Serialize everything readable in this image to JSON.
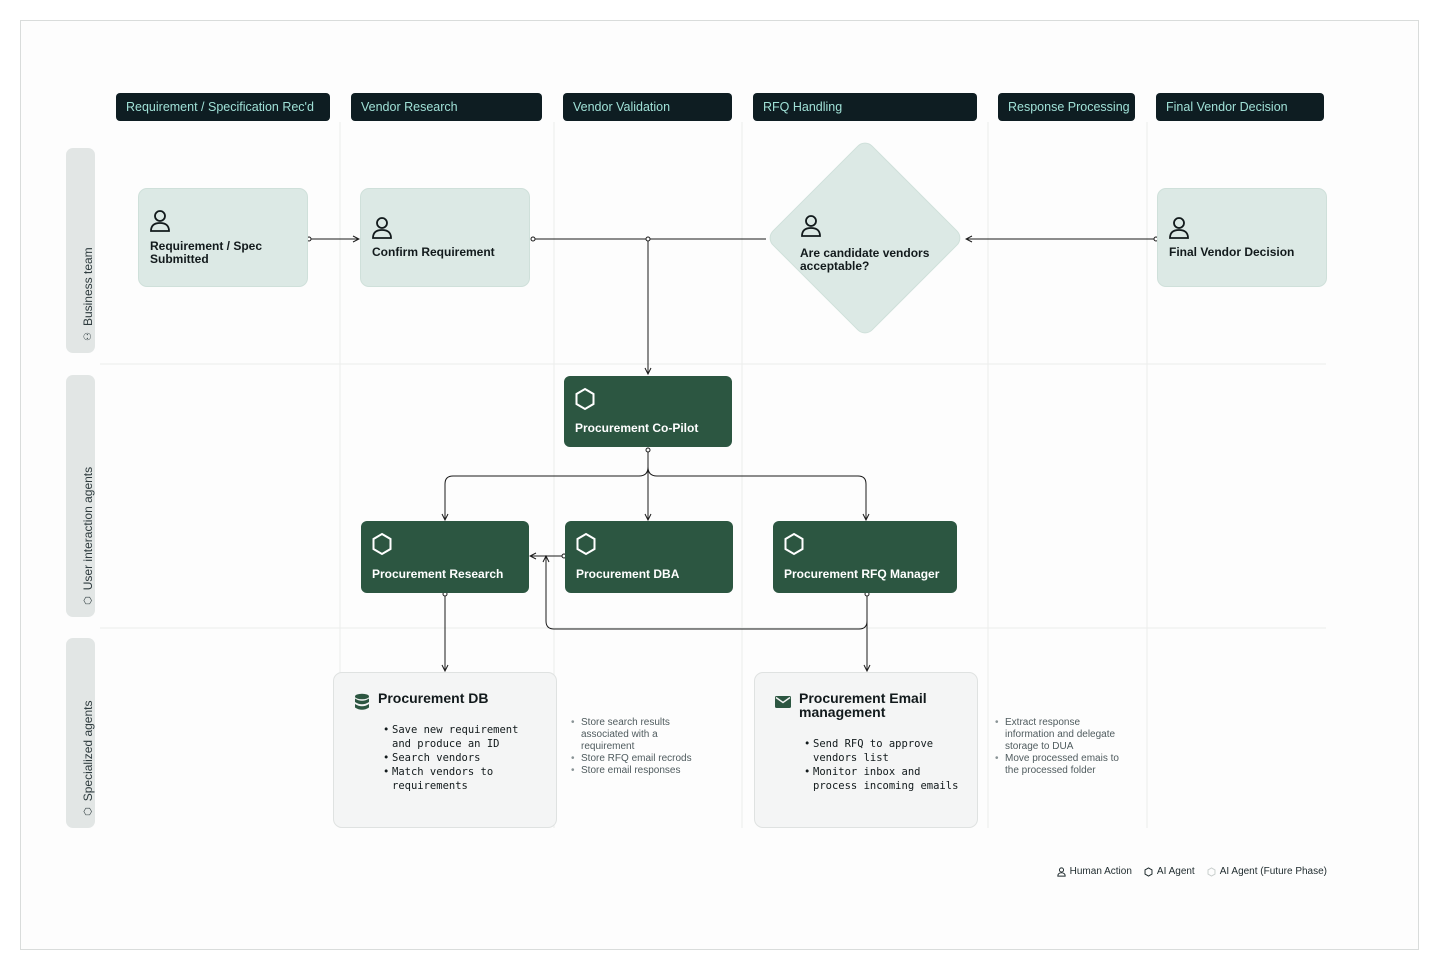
{
  "columns": [
    "Requirement / Specification Rec'd",
    "Vendor Research",
    "Vendor Validation",
    "RFQ Handling",
    "Response Processing",
    "Final Vendor Decision"
  ],
  "lanes": [
    {
      "label": "Business team",
      "icon": "people-icon"
    },
    {
      "label": "User interaction agents",
      "icon": "hexagon-icon"
    },
    {
      "label": "Specialized agents",
      "icon": "hexagon-icon"
    }
  ],
  "business": {
    "req_spec": "Requirement / Spec Submitted",
    "confirm": "Confirm Requirement",
    "decision": "Are candidate vendors acceptable?",
    "final": "Final Vendor Decision"
  },
  "agents": {
    "copilot": "Procurement Co-Pilot",
    "research": "Procurement Research",
    "dba": "Procurement DBA",
    "rfq": "Procurement RFQ Manager"
  },
  "specialized": {
    "db": {
      "title": "Procurement DB",
      "icon": "database-icon",
      "items": [
        "Save new requirement and produce an ID",
        "Search vendors",
        "Match vendors to requirements"
      ]
    },
    "db_notes": [
      "Store search results associated with a requirement",
      "Store RFQ email recrods",
      "Store email responses"
    ],
    "email": {
      "title": "Procurement Email management",
      "icon": "envelope-icon",
      "items": [
        "Send RFQ to approve vendors list",
        "Monitor inbox and process incoming emails"
      ]
    },
    "email_notes": [
      "Extract response information and delegate storage to DUA",
      "Move processed emais to the processed folder"
    ]
  },
  "legend": {
    "human": "Human Action",
    "agent": "AI Agent",
    "future": "AI Agent (Future Phase)"
  },
  "colors": {
    "header_bg": "#0e1d22",
    "header_text": "#9fe0d6",
    "human_node": "#dce9e5",
    "agent_node": "#2c5641",
    "spec_node": "#f4f5f5"
  }
}
